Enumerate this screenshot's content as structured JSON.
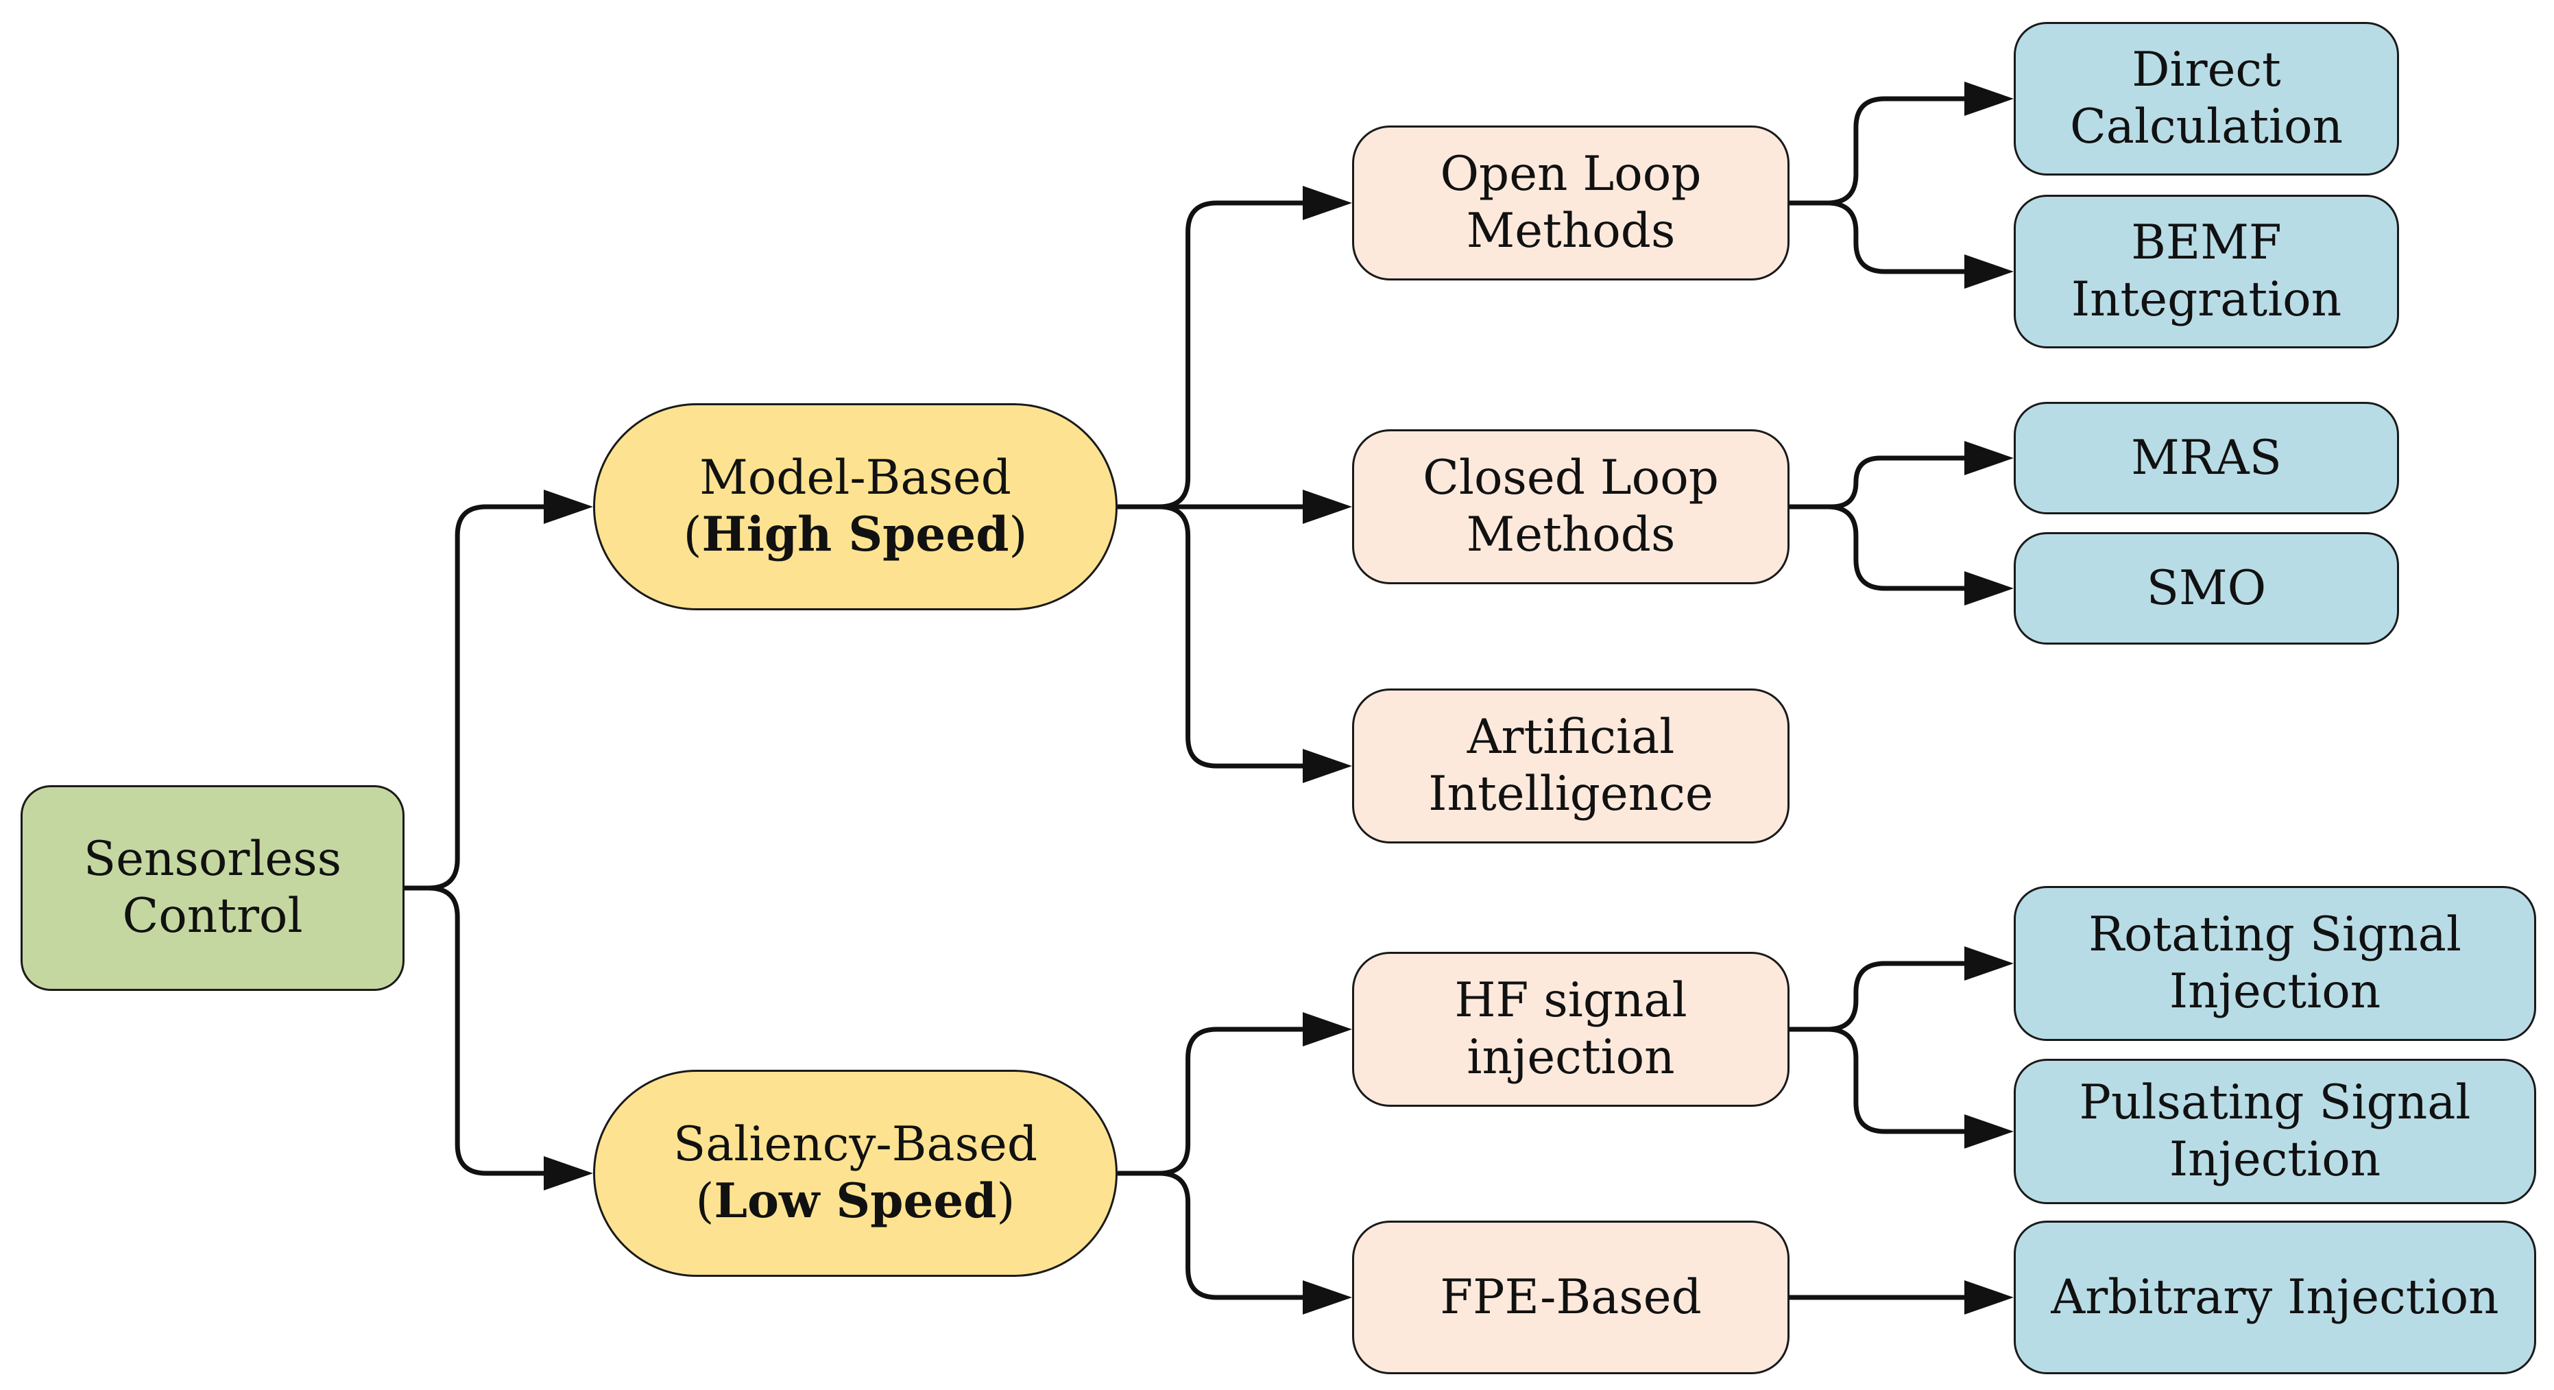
{
  "nodes": {
    "root": {
      "l1": "Sensorless",
      "l2": "Control"
    },
    "model": {
      "l1": "Model-Based",
      "l2_open": "(",
      "l2_bold": "High Speed",
      "l2_close": ")"
    },
    "saliency": {
      "l1": "Saliency-Based",
      "l2_open": "(",
      "l2_bold": "Low Speed",
      "l2_close": ")"
    },
    "open_loop": {
      "l1": "Open Loop",
      "l2": "Methods"
    },
    "closed_loop": {
      "l1": "Closed Loop",
      "l2": "Methods"
    },
    "ai": {
      "l1": "Artificial",
      "l2": "Intelligence"
    },
    "hf": {
      "l1": "HF signal",
      "l2": "injection"
    },
    "fpe": {
      "l1": "FPE-Based"
    },
    "direct": {
      "l1": "Direct",
      "l2": "Calculation"
    },
    "bemf": {
      "l1": "BEMF",
      "l2": "Integration"
    },
    "mras": {
      "l1": "MRAS"
    },
    "smo": {
      "l1": "SMO"
    },
    "rotating": {
      "l1": "Rotating Signal",
      "l2": "Injection"
    },
    "pulsating": {
      "l1": "Pulsating Signal",
      "l2": "Injection"
    },
    "arbitrary": {
      "l1": "Arbitrary Injection"
    }
  },
  "colors": {
    "root": "#c5d7a0",
    "level1": "#fde391",
    "level2": "#fce9dc",
    "level3": "#b8dce6",
    "edge": "#111111"
  },
  "edges": [
    [
      "root",
      "model"
    ],
    [
      "root",
      "saliency"
    ],
    [
      "model",
      "open_loop"
    ],
    [
      "model",
      "closed_loop"
    ],
    [
      "model",
      "ai"
    ],
    [
      "saliency",
      "hf"
    ],
    [
      "saliency",
      "fpe"
    ],
    [
      "open_loop",
      "direct"
    ],
    [
      "open_loop",
      "bemf"
    ],
    [
      "closed_loop",
      "mras"
    ],
    [
      "closed_loop",
      "smo"
    ],
    [
      "hf",
      "rotating"
    ],
    [
      "hf",
      "pulsating"
    ],
    [
      "fpe",
      "arbitrary"
    ]
  ]
}
